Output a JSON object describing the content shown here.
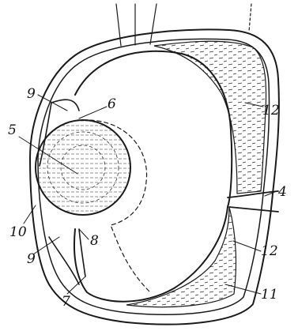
{
  "labels": {
    "l4": "4",
    "l5": "5",
    "l6": "6",
    "l7": "7",
    "l8": "8",
    "l9_upper": "9",
    "l9_lower": "9",
    "l10": "10",
    "l11": "11",
    "l12_upper": "12",
    "l12_lower": "12"
  },
  "colors": {
    "ink": "#1a1a1a",
    "background": "#ffffff"
  }
}
